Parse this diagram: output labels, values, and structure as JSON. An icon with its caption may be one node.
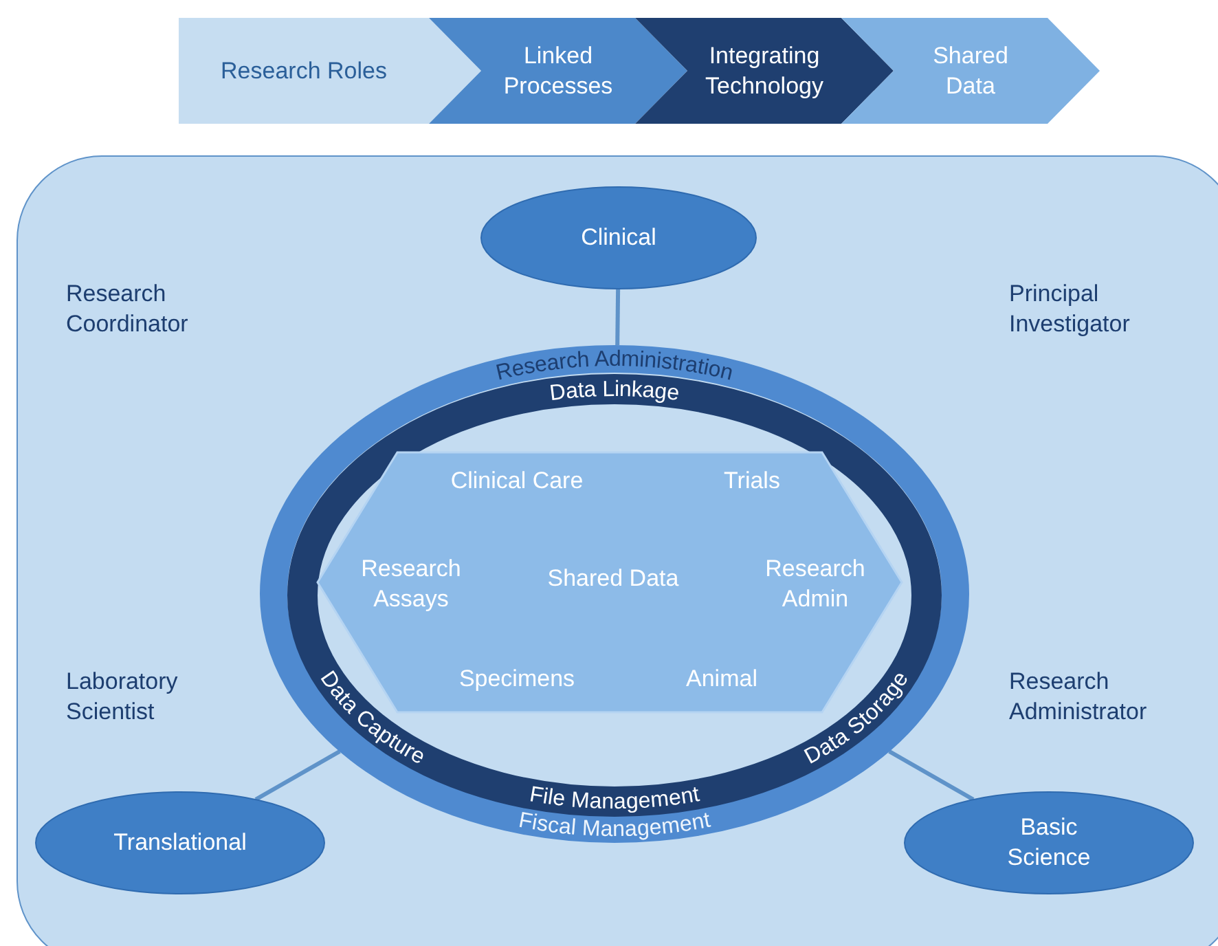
{
  "diagram": {
    "nodes": [
      {
        "text": [
          "Research Roles"
        ]
      },
      {
        "text": [
          "Linked Processes"
        ]
      },
      {
        "text": [
          "Integrating Technology"
        ]
      },
      {
        "text": [
          "Shared Data"
        ]
      },
      {
        "text": [
          "Research Coordinator",
          "Principal Investigator",
          "Laboratory Scientist",
          "Research Administrator"
        ]
      },
      {
        "text": [
          "Clinical"
        ],
        "in": 4
      },
      {
        "text": [
          "Research Administration",
          "Fiscal Management"
        ],
        "in": 4
      },
      {
        "text": [
          "Data Linkage",
          "Data Capture",
          "Data Storage",
          "File Management"
        ],
        "in": 6
      },
      {
        "text": [
          "Clinical Care",
          "Trials",
          "Research Assays",
          "Shared Data",
          "Research Admin",
          "Specimens",
          "Animal"
        ],
        "in": 7
      },
      {
        "text": [
          "Translational"
        ],
        "in": 4
      },
      {
        "text": [
          "Basic Science"
        ],
        "in": 4
      }
    ],
    "edges": [
      {
        "from": 5,
        "to": 6,
        "arrow": "none"
      },
      {
        "from": 9,
        "to": 6,
        "arrow": "none"
      },
      {
        "from": 10,
        "to": 6,
        "arrow": "none"
      }
    ]
  }
}
